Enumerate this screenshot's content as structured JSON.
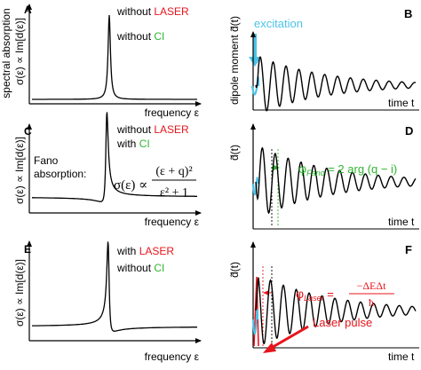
{
  "colors": {
    "laser": "#e8141b",
    "ci": "#2fb52f",
    "excitation": "#4cc3e6",
    "trace": "#000000"
  },
  "left_panels": [
    {
      "letter": "A",
      "legend": [
        {
          "word": "without",
          "term": "LASER",
          "term_color": "#e8141b"
        },
        {
          "word": "without",
          "term": "CI",
          "term_color": "#2fb52f"
        }
      ],
      "ylabel": "σ(ε) ∝ Im[d(ε)]",
      "outer_label": "spectral absorption",
      "xlabel": "frequency ε",
      "profile": "lorentzian"
    },
    {
      "letter": "C",
      "legend": [
        {
          "word": "without",
          "term": "LASER",
          "term_color": "#e8141b"
        },
        {
          "word": "with",
          "term": "CI",
          "term_color": "#2fb52f"
        }
      ],
      "ylabel": "σ(ε) ∝ Im[d(ε)]",
      "side_text": [
        "Fano",
        "absorption:"
      ],
      "formula": {
        "lhs": "σ(ε) ∝",
        "num": "(ε + q)²",
        "den": "ε² + 1"
      },
      "xlabel": "frequency ε",
      "profile": "fano_q_positive"
    },
    {
      "letter": "E",
      "legend": [
        {
          "word": "with",
          "term": "LASER",
          "term_color": "#e8141b"
        },
        {
          "word": "without",
          "term": "CI",
          "term_color": "#2fb52f"
        }
      ],
      "ylabel": "σ(ε) ∝ Im[d(ε)]",
      "xlabel": "frequency ε",
      "profile": "fano_q_negative"
    }
  ],
  "right_panels": [
    {
      "letter": "B",
      "ylabel": "dipole moment d̃(t)",
      "annotation": "excitation",
      "xlabel": "time t"
    },
    {
      "letter": "D",
      "ylabel": "d̃(t)",
      "phase_label": "φ",
      "phase_sub": "Fano",
      "phase_expr": "= 2 arg (q − i)",
      "xlabel": "time t"
    },
    {
      "letter": "F",
      "ylabel": "d̃(t)",
      "phase_label": "φ",
      "phase_sub": "Laser",
      "phase_eq": "=",
      "phase_num": "−ΔEΔt",
      "phase_den": "ħ",
      "annotation": "Laser pulse",
      "xlabel": "time t"
    }
  ]
}
